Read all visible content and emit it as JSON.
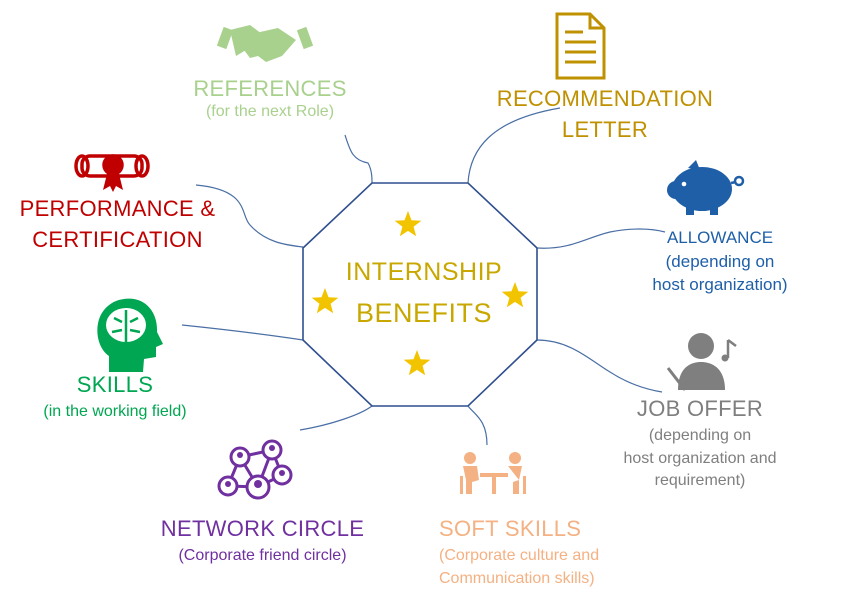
{
  "center": {
    "line1": "INTERNSHIP",
    "line2": "BENEFITS",
    "color": "#C8A800",
    "star_color": "#F2C400",
    "border_color": "#2F4F8F"
  },
  "benefits": {
    "references": {
      "title": "REFERENCES",
      "sub": "(for the next Role)",
      "color": "#A9D18E",
      "icon": "handshake-icon"
    },
    "recommendation": {
      "title1": "RECOMMENDATION",
      "title2": "LETTER",
      "color": "#BF9000",
      "icon": "document-icon"
    },
    "performance": {
      "title1": "PERFORMANCE &",
      "title2": "CERTIFICATION",
      "color": "#C00000",
      "icon": "certificate-icon"
    },
    "allowance": {
      "title": "ALLOWANCE",
      "sub1": "(depending on",
      "sub2": "host organization)",
      "color": "#1F5FA8",
      "icon": "piggy-bank-icon"
    },
    "skills": {
      "title": "SKILLS",
      "sub": "(in the working field)",
      "color": "#00A651",
      "icon": "brain-head-icon"
    },
    "job_offer": {
      "title": "JOB OFFER",
      "sub1": "(depending on",
      "sub2": "host organization and",
      "sub3": "requirement)",
      "color": "#7F7F7F",
      "icon": "presenter-icon"
    },
    "network": {
      "title": "NETWORK CIRCLE",
      "sub": "(Corporate friend circle)",
      "color": "#7030A0",
      "icon": "network-icon"
    },
    "soft_skills": {
      "title": "SOFT SKILLS",
      "sub1": "(Corporate culture and",
      "sub2": "Communication skills)",
      "color": "#F4B183",
      "icon": "meeting-icon"
    }
  }
}
